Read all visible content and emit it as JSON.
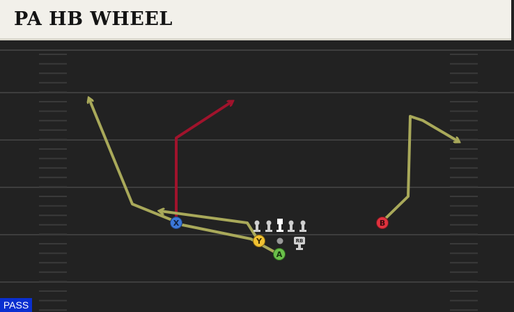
{
  "play": {
    "name": "PA HB WHEEL",
    "type_badge": "PASS"
  },
  "colors": {
    "field_bg": "#222222",
    "yard_line": "#3e3e3e",
    "hash_mark": "#3a3a3a",
    "route_primary": "#a9a95a",
    "route_red": "#a0132c",
    "title_bg": "#f2f0ea",
    "badge_bg": "#0a2fd0"
  },
  "receivers": [
    {
      "button": "X",
      "color": "#3c78d8",
      "icon": "x-button-icon"
    },
    {
      "button": "Y",
      "color": "#f1c232",
      "icon": "y-button-icon"
    },
    {
      "button": "A",
      "color": "#6ac04a",
      "icon": "a-button-icon"
    },
    {
      "button": "B",
      "color": "#e0323e",
      "icon": "b-button-icon"
    }
  ],
  "formation": {
    "running_back_label": "RB",
    "linemen": 5
  }
}
